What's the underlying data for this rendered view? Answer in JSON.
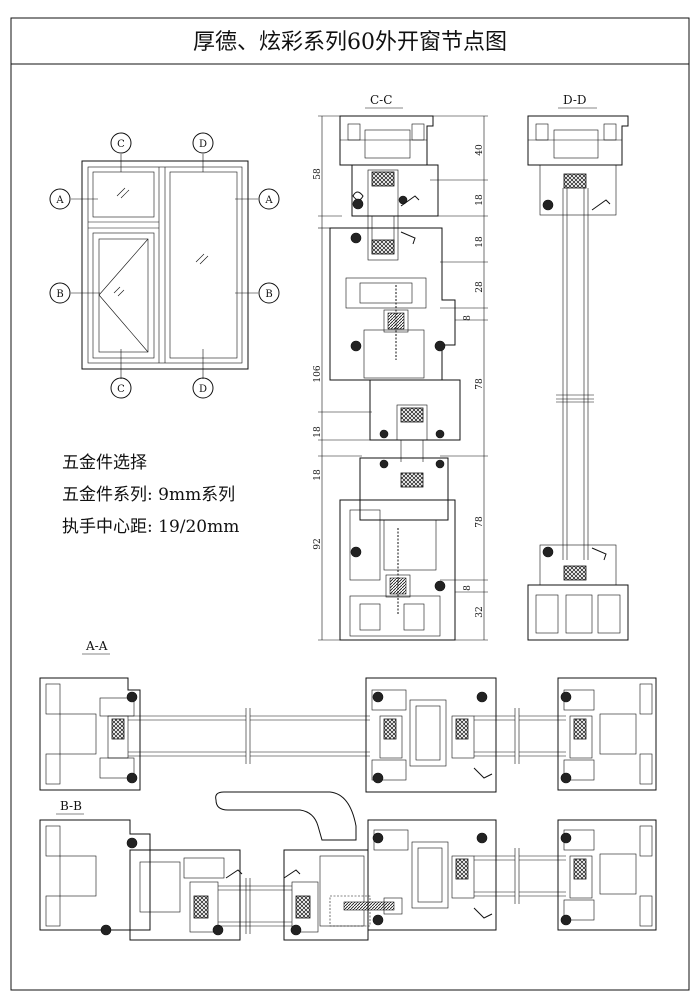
{
  "title": "厚德、炫彩系列60外开窗节点图",
  "sections": {
    "cc": "C-C",
    "dd": "D-D",
    "aa": "A-A",
    "bb": "B-B"
  },
  "elevation_markers": {
    "c_top": "C",
    "d_top": "D",
    "a_left": "A",
    "a_right": "A",
    "b_left": "B",
    "b_right": "B",
    "c_bottom": "C",
    "d_bottom": "D"
  },
  "dimensions_cc": {
    "d58": "58",
    "d40": "40",
    "d18a": "18",
    "d18b": "18",
    "d28": "28",
    "d8a": "8",
    "d106": "106",
    "d78a": "78",
    "d18c": "18",
    "d18d": "18",
    "d78b": "78",
    "d92": "92",
    "d8b": "8",
    "d32": "32"
  },
  "hardware": {
    "heading": "五金件选择",
    "series": "五金件系列: 9mm系列",
    "handle": "执手中心距: 19/20mm"
  },
  "colors": {
    "line": "#111111",
    "background": "#ffffff",
    "gasket": "#222222"
  }
}
